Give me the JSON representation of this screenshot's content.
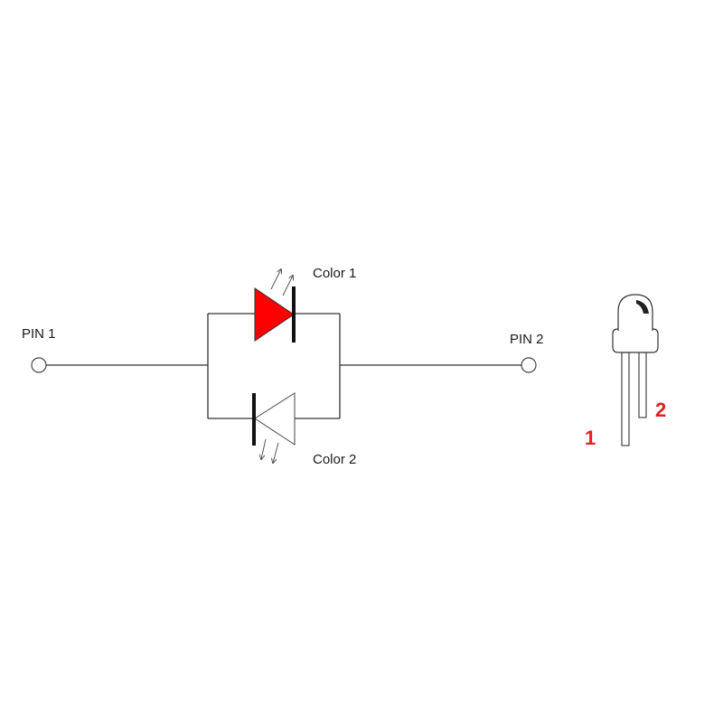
{
  "labels": {
    "pin1": "PIN 1",
    "pin2": "PIN 2",
    "color1": "Color 1",
    "color2": "Color 2"
  },
  "led_pins": {
    "pin1": "1",
    "pin2": "2"
  },
  "colors": {
    "led_color1": "#ff0000",
    "led_color2": "#ffffff",
    "pin_number": "#e02020",
    "wire": "#333333"
  }
}
